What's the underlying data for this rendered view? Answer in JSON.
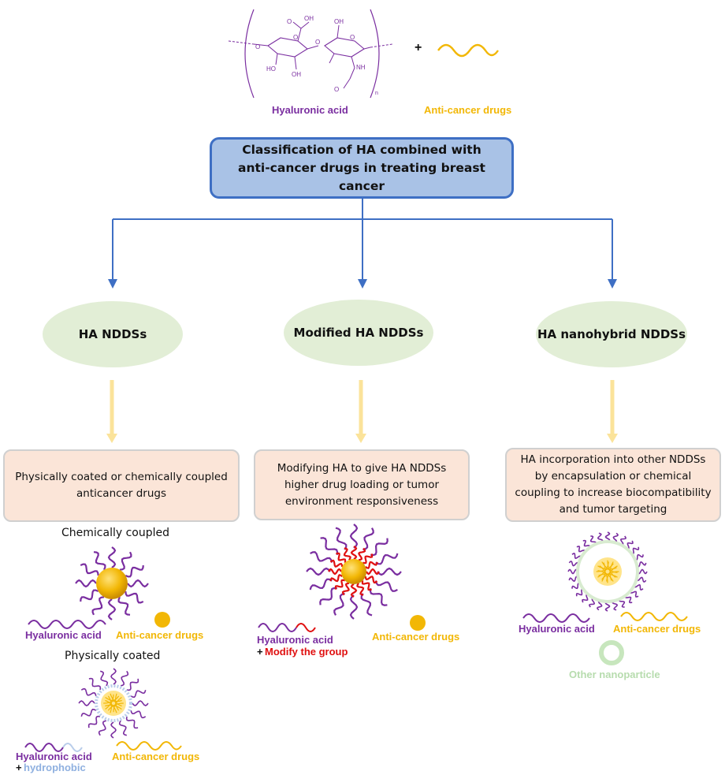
{
  "top": {
    "ha_label": "Hyaluronic acid",
    "drug_label": "Anti-cancer drugs",
    "plus": "+",
    "structure": {
      "oh1": "OH",
      "o1": "O",
      "o_ring1": "O",
      "oh2": "OH",
      "ho1": "HO",
      "oh3": "OH",
      "o_ring2": "O",
      "o_link": "O",
      "o2": "O",
      "nh": "NH",
      "o3": "O",
      "n": "n"
    }
  },
  "main": {
    "title": "Classification of HA combined with anti-cancer drugs in treating breast cancer"
  },
  "categories": [
    {
      "name": "HA NDDSs",
      "description": "Physically coated or chemically coupled anticancer drugs"
    },
    {
      "name": "Modified HA NDDSs",
      "description": "Modifying HA to give HA NDDSs higher drug loading or tumor environment responsiveness"
    },
    {
      "name": "HA nanohybrid NDDSs",
      "description": "HA incorporation into other NDDSs by encapsulation or chemical coupling to increase biocompatibility and tumor targeting"
    }
  ],
  "left": {
    "chem_title": "Chemically coupled",
    "chem_ha": "Hyaluronic acid",
    "chem_drug": "Anti-cancer drugs",
    "phys_title": "Physically coated",
    "phys_ha": "Hyaluronic acid",
    "phys_plus": "+",
    "phys_hydrophobic": "hydrophobic",
    "phys_drug": "Anti-cancer drugs"
  },
  "middle": {
    "ha": "Hyaluronic acid",
    "plus": "+",
    "modify": "Modify the group",
    "drug": "Anti-cancer drugs"
  },
  "right": {
    "ha": "Hyaluronic acid",
    "drug": "Anti-cancer drugs",
    "other": "Other nanoparticle"
  },
  "colors": {
    "purple": "#7a2ea0",
    "yellow": "#f2b705",
    "red": "#e01010",
    "blue_arrow": "#3e6fc4",
    "light_blue": "#8fb0e0",
    "light_green": "#b7dcae"
  }
}
